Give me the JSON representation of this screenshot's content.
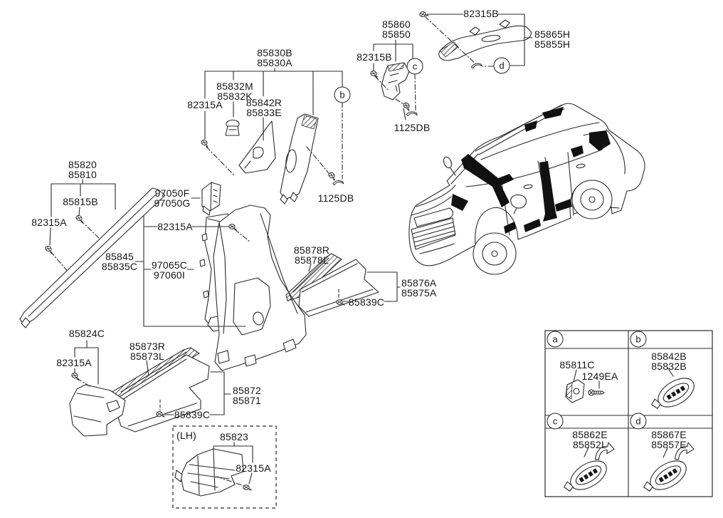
{
  "page": {
    "background": "#ffffff",
    "ink": "#2b2b2b",
    "highlight": "#111111"
  },
  "labels": {
    "t82315B_top": "82315B",
    "t85865H": "85865H",
    "t85855H": "85855H",
    "t85860": "85860",
    "t85850": "85850",
    "t82315B_left": "82315B",
    "t1125DB_right": "1125DB",
    "t85830B": "85830B",
    "t85830A": "85830A",
    "t85832M": "85832M",
    "t85832K": "85832K",
    "t82315A_top": "82315A",
    "t85842R": "85842R",
    "t85833E": "85833E",
    "t1125DB_left": "1125DB",
    "t85820": "85820",
    "t85810": "85810",
    "t85815B": "85815B",
    "t82315A_left": "82315A",
    "t97050F": "97050F",
    "t97050G": "97050G",
    "t82315A_mid": "82315A",
    "t85845": "85845",
    "t85835C": "85835C",
    "t97065C": "97065C",
    "t97060I": "97060I",
    "t85878R": "85878R",
    "t85878L": "85878L",
    "t85876A": "85876A",
    "t85875A": "85875A",
    "t85839C_right": "85839C",
    "t85824C": "85824C",
    "t82315A_low": "82315A",
    "t85873R": "85873R",
    "t85873L": "85873L",
    "t85872": "85872",
    "t85871": "85871",
    "t85839C_bottom": "85839C",
    "tLH": "(LH)",
    "t85823": "85823",
    "t82315A_lh": "82315A"
  },
  "circles": {
    "b": "b",
    "c": "c",
    "d": "d"
  },
  "legend": {
    "a": {
      "letter": "a",
      "line1": "85811C",
      "line2": "1249EA"
    },
    "b": {
      "letter": "b",
      "line1": "85842B",
      "line2": "85832B"
    },
    "c": {
      "letter": "c",
      "line1": "85862E",
      "line2": "85852L"
    },
    "d": {
      "letter": "d",
      "line1": "85867E",
      "line2": "85857E"
    }
  }
}
